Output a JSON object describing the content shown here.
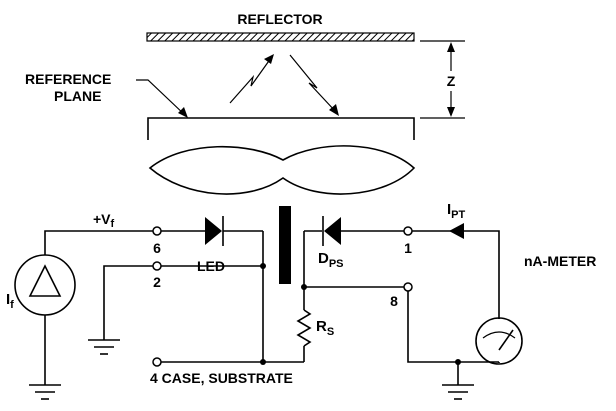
{
  "labels": {
    "reflector": "REFLECTOR",
    "reference_plane_line1": "REFERENCE",
    "reference_plane_line2": "PLANE",
    "z": "Z",
    "vf_prefix": "+V",
    "vf_sub": "f",
    "if_main": "I",
    "if_sub": "f",
    "led": "LED",
    "dps_main": "D",
    "dps_sub": "PS",
    "rs_main": "R",
    "rs_sub": "S",
    "ipt_main": "I",
    "ipt_sub": "PT",
    "nameter": "nA-METER",
    "pin6": "6",
    "pin2": "2",
    "pin4_case": "4 CASE, SUBSTRATE",
    "pin1": "1",
    "pin8": "8"
  }
}
